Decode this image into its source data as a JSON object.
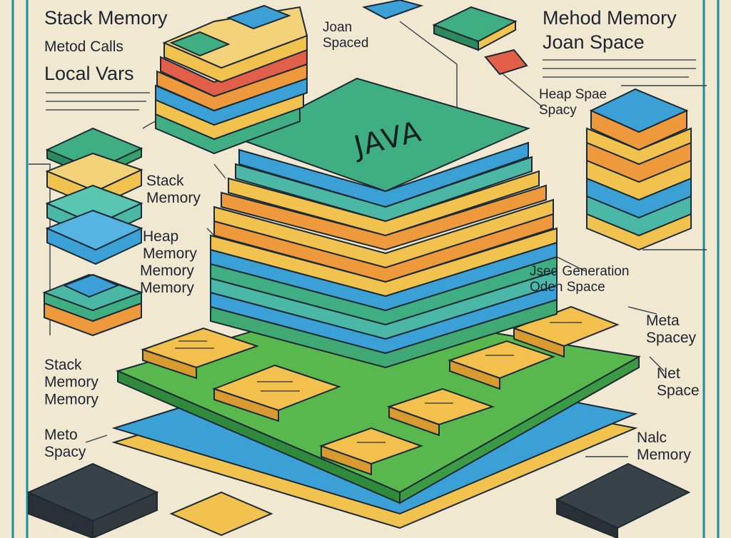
{
  "labels": {
    "stack_memory_top": "Stack Memory",
    "method_calls": "Metod Calls",
    "local_vars": "Local Vars",
    "joan_spaced": "Joan Spaced",
    "method_memory_top": "Mehod Memory",
    "joan_space": "Joan Space",
    "heap_space": "Heap Spae Spacy",
    "stack_memory_left": "Stack Memory",
    "heap_memory_left": "Heap Memory",
    "memory_memory": "Memory Memory",
    "gen_space": "Jsed Generation Oden Space",
    "meta_spacey_right": "Meta Spacey",
    "net_space": "Net Space",
    "stack_memory_bottom": "Stack Memory Memory",
    "meta_spacy_bottom": "Meto Spacy",
    "nalc_memory": "Nalc Memory"
  },
  "central_block": {
    "title": "JAVA"
  },
  "colors": {
    "green": "#3fae83",
    "teal": "#4bb7a6",
    "orange": "#ee9a3c",
    "yellow": "#f1c24e",
    "blue": "#3aa0d6",
    "lime": "#58b84d",
    "red": "#e15e48",
    "dark": "#3a4249",
    "frame": "#1e8aa0",
    "ink": "#1d2430",
    "background": "#f1e8d2"
  }
}
